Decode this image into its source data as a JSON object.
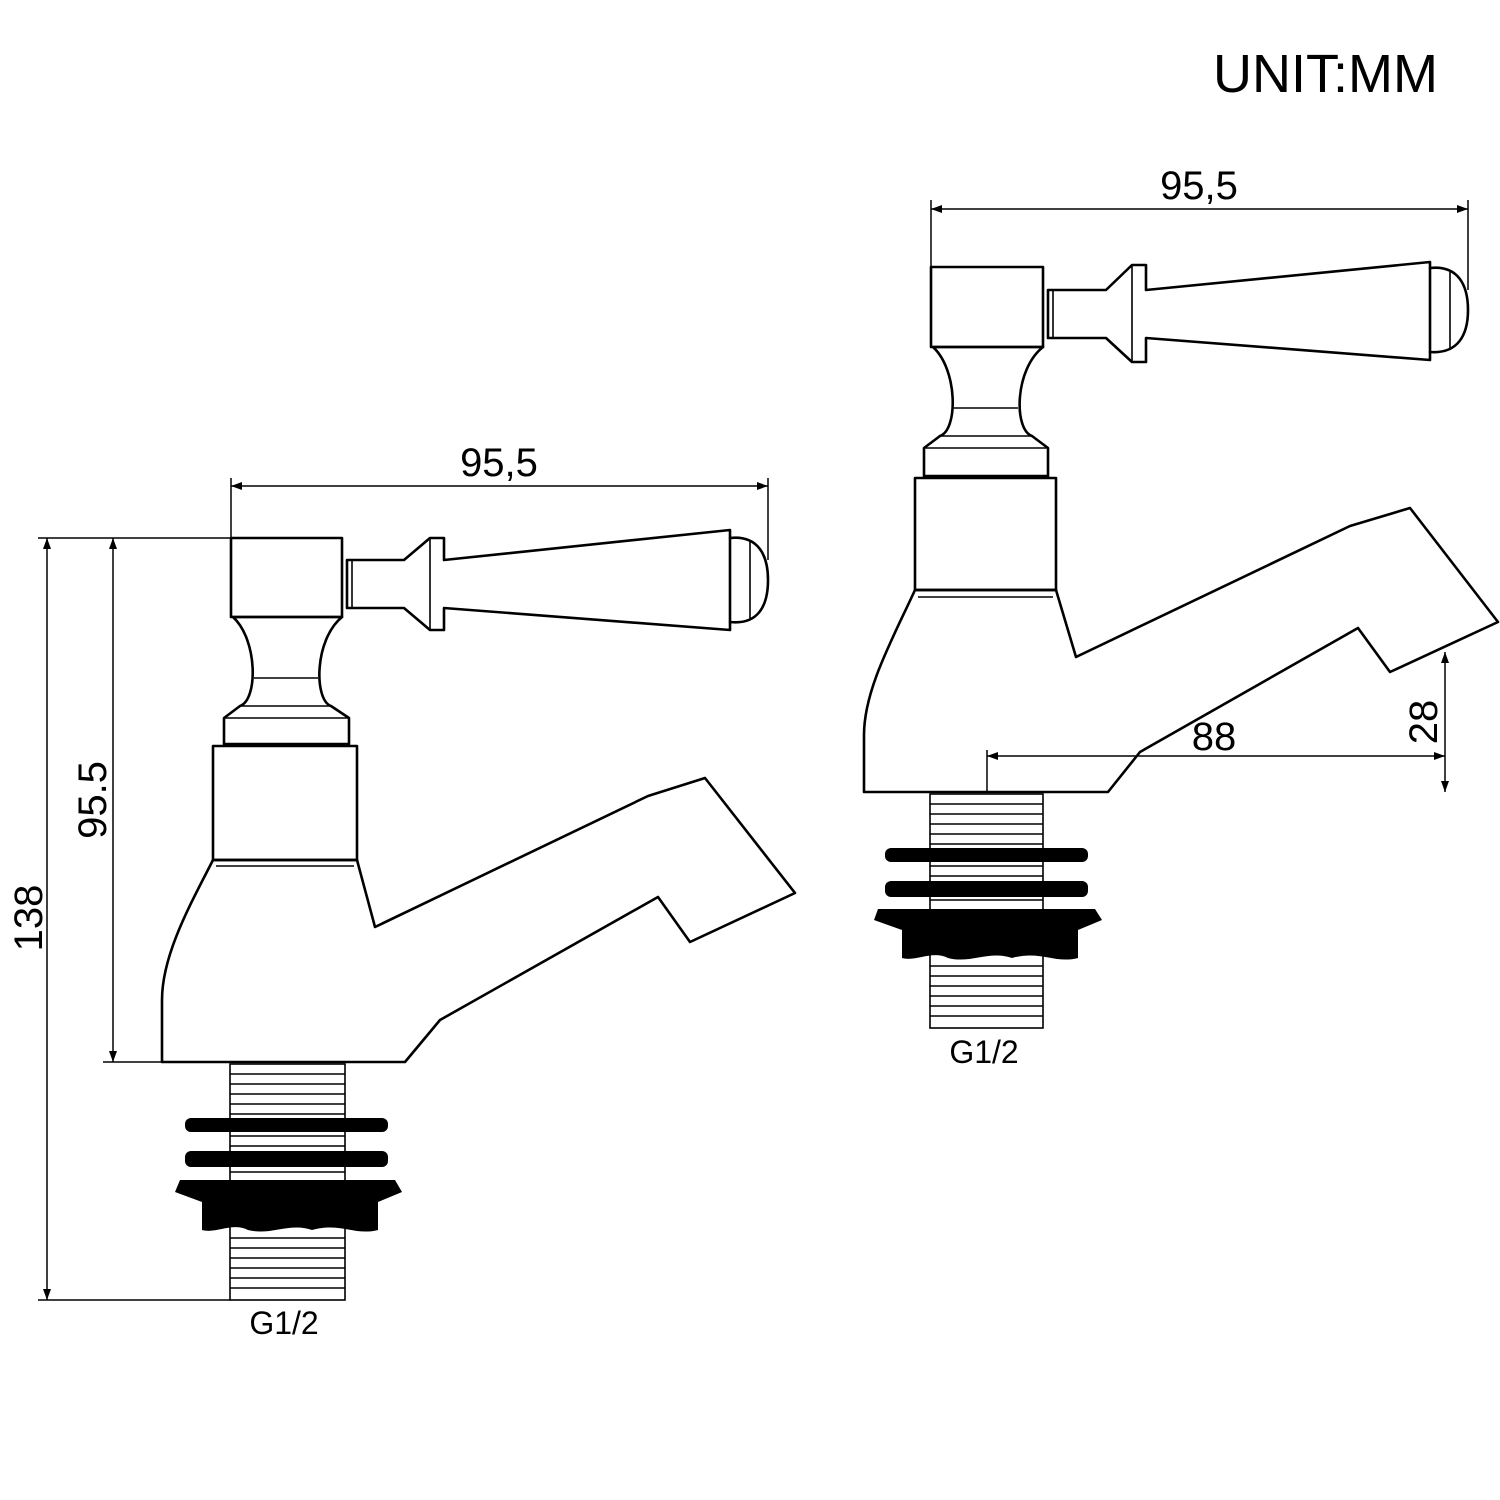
{
  "unit_label": "UNIT:MM",
  "left_tap": {
    "width_label": "95,5",
    "body_height_label": "95.5",
    "total_height_label": "138",
    "thread_label": "G1/2"
  },
  "right_tap": {
    "width_label": "95,5",
    "spout_reach_label": "88",
    "spout_height_label": "28",
    "thread_label": "G1/2"
  }
}
